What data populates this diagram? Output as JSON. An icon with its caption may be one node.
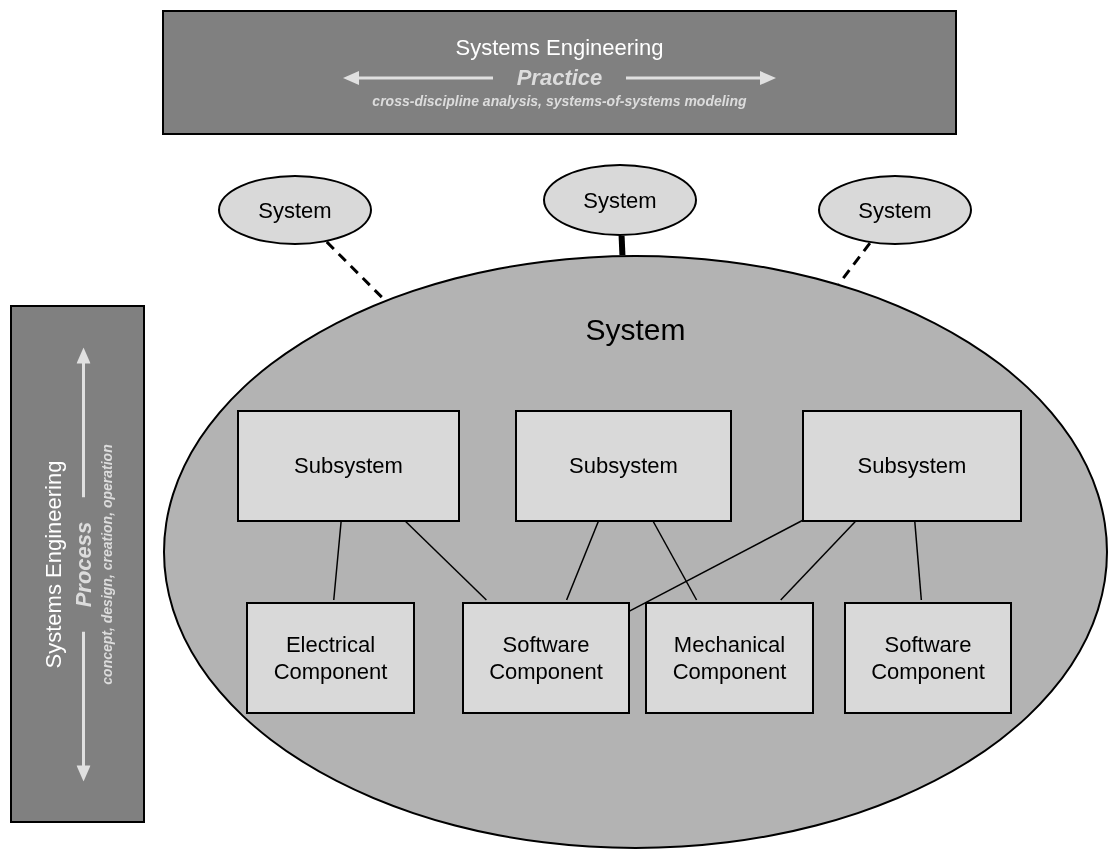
{
  "diagram": {
    "nodes": [
      {
        "text": [
          "Systems Engineering",
          "Practice",
          "cross-discipline analysis, systems-of-systems modeling"
        ]
      },
      {
        "text": [
          "Systems Engineering",
          "Process",
          "concept, design, creation, operation"
        ]
      },
      {
        "text": [
          "System"
        ]
      },
      {
        "text": [
          "System"
        ]
      },
      {
        "text": [
          "System"
        ]
      },
      {
        "text": [
          "System"
        ]
      },
      {
        "text": [
          "Subsystem"
        ],
        "in": 5
      },
      {
        "text": [
          "Subsystem"
        ],
        "in": 5
      },
      {
        "text": [
          "Subsystem"
        ],
        "in": 5
      },
      {
        "text": [
          "Electrical Component"
        ],
        "in": 5
      },
      {
        "text": [
          "Software Component"
        ],
        "in": 5
      },
      {
        "text": [
          "Mechanical Component"
        ],
        "in": 5
      },
      {
        "text": [
          "Software Component"
        ],
        "in": 5
      }
    ],
    "edges": [
      {
        "from": 2,
        "to": 5,
        "arrow": "none",
        "style": "dashed"
      },
      {
        "from": 3,
        "to": 5,
        "arrow": "none",
        "style": "thick"
      },
      {
        "from": 4,
        "to": 5,
        "arrow": "none",
        "style": "dashed"
      },
      {
        "from": 6,
        "to": 9,
        "arrow": "none"
      },
      {
        "from": 6,
        "to": 10,
        "arrow": "none"
      },
      {
        "from": 7,
        "to": 10,
        "arrow": "none"
      },
      {
        "from": 7,
        "to": 11,
        "arrow": "none"
      },
      {
        "from": 8,
        "to": 10,
        "arrow": "none"
      },
      {
        "from": 8,
        "to": 11,
        "arrow": "none"
      },
      {
        "from": 8,
        "to": 12,
        "arrow": "none"
      }
    ]
  }
}
